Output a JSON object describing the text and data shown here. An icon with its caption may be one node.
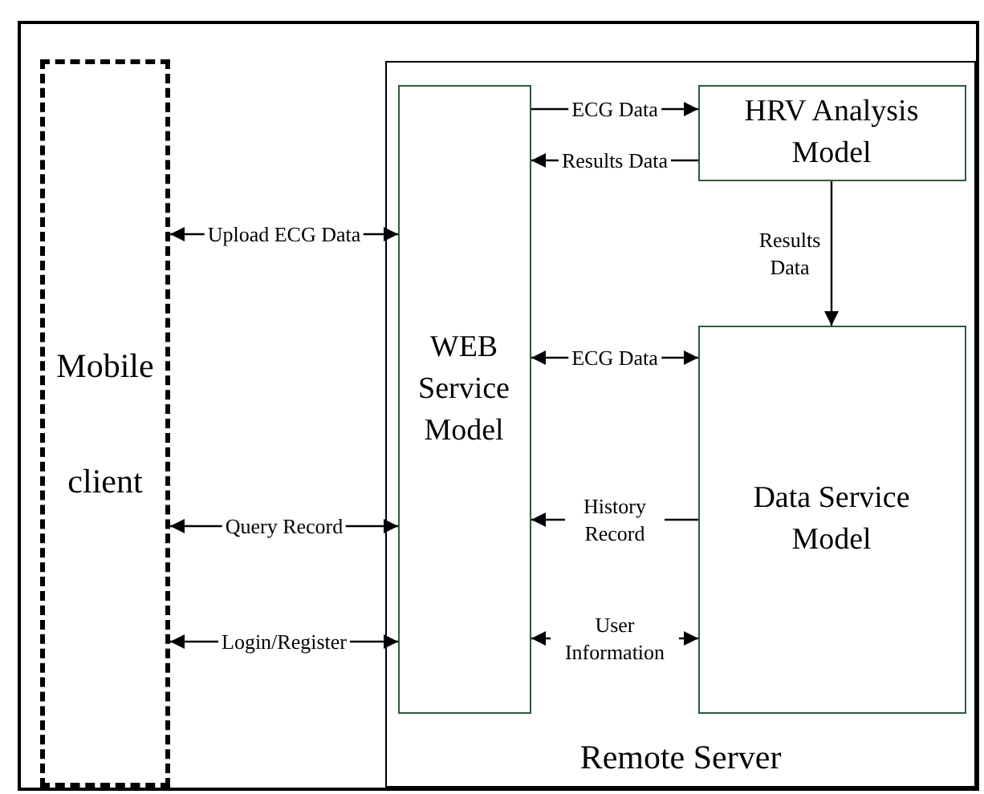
{
  "diagram": {
    "nodes": [
      {
        "text": [
          "Mobile client"
        ]
      },
      {
        "text": [
          "Remote Server"
        ]
      },
      {
        "text": [
          "WEB Service Model"
        ],
        "in": 1
      },
      {
        "text": [
          "HRV Analysis Model"
        ],
        "in": 1
      },
      {
        "text": [
          "Data Service Model"
        ],
        "in": 1
      }
    ],
    "edges": [
      {
        "from": 0,
        "to": 2,
        "arrow": "both",
        "label": "Upload ECG Data"
      },
      {
        "from": 0,
        "to": 2,
        "arrow": "both",
        "label": "Query Record"
      },
      {
        "from": 0,
        "to": 2,
        "arrow": "both",
        "label": "Login/Register"
      },
      {
        "from": 2,
        "to": 3,
        "arrow": "to",
        "label": "ECG Data"
      },
      {
        "from": 3,
        "to": 2,
        "arrow": "to",
        "label": "Results Data"
      },
      {
        "from": 3,
        "to": 4,
        "arrow": "to",
        "label": "Results Data"
      },
      {
        "from": 2,
        "to": 4,
        "arrow": "both",
        "label": "ECG Data"
      },
      {
        "from": 4,
        "to": 2,
        "arrow": "to",
        "label": "History Record"
      },
      {
        "from": 2,
        "to": 4,
        "arrow": "both",
        "label": "User Information"
      }
    ]
  }
}
